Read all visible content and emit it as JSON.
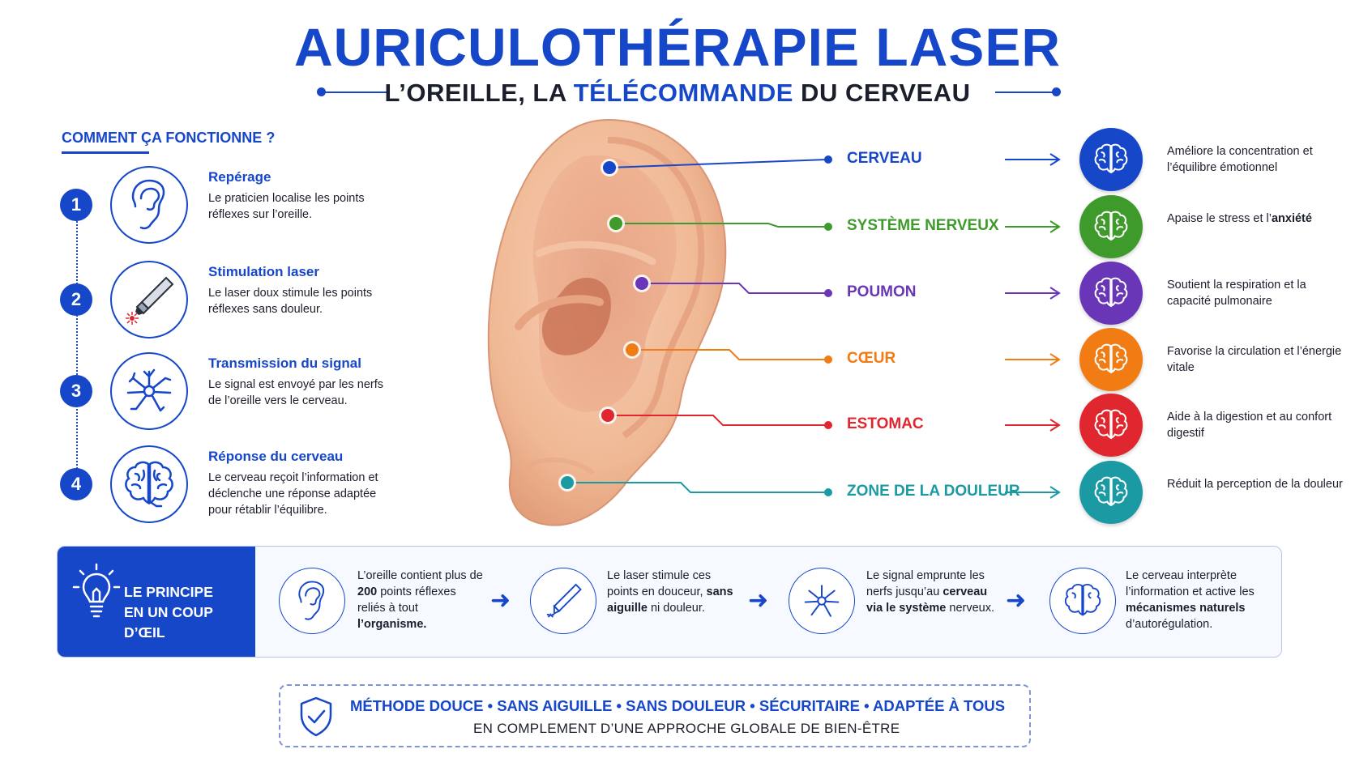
{
  "header": {
    "title": "AURICULOTHÉRAPIE LASER",
    "subtitle_before": "L’OREILLE, LA ",
    "subtitle_highlight": "TÉLÉCOMMANDE",
    "subtitle_after": " DU CERVEAU"
  },
  "how": {
    "title": "COMMENT ÇA FONCTIONNE ?",
    "steps": [
      {
        "num": "1",
        "icon": "ear-icon",
        "title": "Repérage",
        "desc": "Le praticien localise les points réflexes sur l’oreille."
      },
      {
        "num": "2",
        "icon": "laser-pen-icon",
        "title": "Stimulation laser",
        "desc": "Le laser doux stimule les points réflexes sans douleur."
      },
      {
        "num": "3",
        "icon": "neuron-icon",
        "title": "Transmission du signal",
        "desc": "Le signal est envoyé par les nerfs de l’oreille vers le cerveau."
      },
      {
        "num": "4",
        "icon": "brain-icon",
        "title": "Réponse du cerveau",
        "desc": "Le cerveau reçoit l’information et déclenche une réponse adaptée pour rétablir l’équilibre."
      }
    ]
  },
  "organs": [
    {
      "label": "CERVEAU",
      "color": "#1747c9",
      "desc_pre": "Améliore la concentration et l’équilibre émotionnel",
      "desc_bold": ""
    },
    {
      "label": "SYSTÈME NERVEUX",
      "color": "#3f9a2c",
      "desc_pre": "Apaise le stress et l’",
      "desc_bold": "anxiété"
    },
    {
      "label": "POUMON",
      "color": "#6a36b8",
      "desc_pre": "Soutient la respiration et la capacité pulmonaire",
      "desc_bold": ""
    },
    {
      "label": "CŒUR",
      "color": "#f27c14",
      "desc_pre": "Favorise la circulation et l’énergie vitale",
      "desc_bold": ""
    },
    {
      "label": "ESTOMAC",
      "color": "#e0262e",
      "desc_pre": "Aide à la digestion et au confort digestif",
      "desc_bold": ""
    },
    {
      "label": "ZONE DE LA DOULEUR",
      "color": "#1b9aa4",
      "desc_pre": "Réduit la perception de la douleur",
      "desc_bold": ""
    }
  ],
  "principle": {
    "head_line1": "LE PRINCIPE",
    "head_line2": "EN UN COUP D’ŒIL",
    "items": [
      {
        "icon": "ear-icon",
        "t1": "L’oreille contient plus de ",
        "b1": "200",
        "t2": " points réflexes reliés à tout ",
        "b2": "l’organisme.",
        "t3": ""
      },
      {
        "icon": "laser-pen-icon",
        "t1": "Le laser stimule ces points en douceur, ",
        "b1": "sans aiguille",
        "t2": " ni douleur.",
        "b2": "",
        "t3": ""
      },
      {
        "icon": "neuron-icon",
        "t1": "Le signal emprunte les nerfs jusqu’au ",
        "b1": "cerveau via le système",
        "t2": " nerveux.",
        "b2": "",
        "t3": ""
      },
      {
        "icon": "brain-icon",
        "t1": "Le cerveau interprète l’information et active les ",
        "b1": "mécanismes naturels",
        "t2": " d’autorégulation.",
        "b2": "",
        "t3": ""
      }
    ]
  },
  "footer": {
    "tags": "MÉTHODE DOUCE  •  SANS AIGUILLE  •  SANS DOULEUR  •  SÉCURITAIRE  •  ADAPTÉE À TOUS",
    "note": "EN COMPLEMENT D’UNE APPROCHE GLOBALE DE BIEN-ÊTRE"
  },
  "colors": {
    "accent": "#1747c9",
    "ear_skin": "#f3c3a6"
  }
}
